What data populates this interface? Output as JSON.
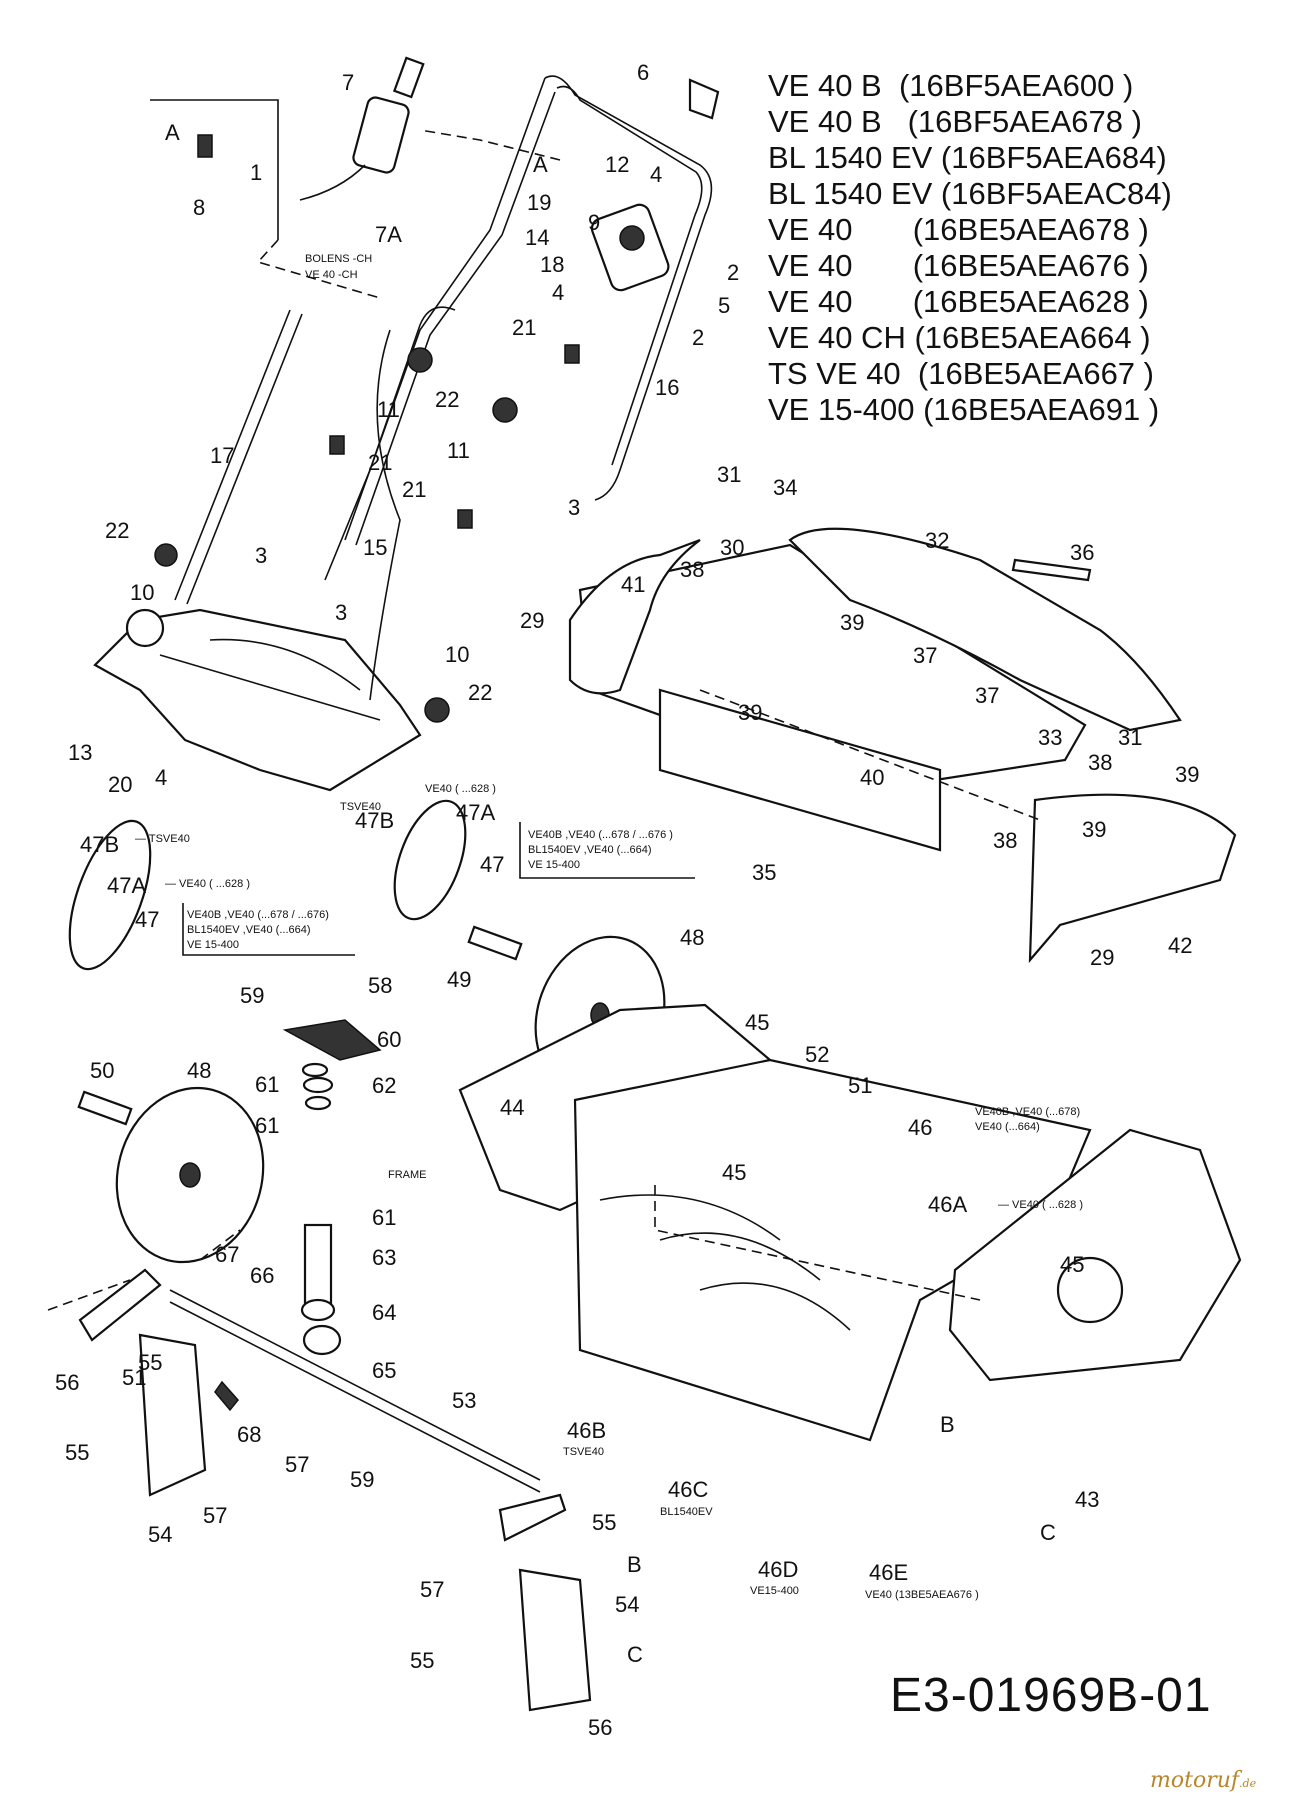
{
  "models": [
    "VE 40 B  (16BF5AEA600 )",
    "VE 40 B   (16BF5AEA678 )",
    "BL 1540 EV (16BF5AEA684)",
    "BL 1540 EV (16BF5AEAC84)",
    "VE 40       (16BE5AEA678 )",
    "VE 40       (16BE5AEA676 )",
    "VE 40       (16BE5AEA628 )",
    "VE 40 CH (16BE5AEA664 )",
    "TS VE 40  (16BE5AEA667 )",
    "VE 15-400 (16BE5AEA691 )"
  ],
  "drawing_code": "E3-01969B-01",
  "brand": {
    "name": "motoruf",
    "suffix": ".de"
  },
  "callouts": {
    "c1": "1",
    "c2a": "2",
    "c2b": "2",
    "c3a": "3",
    "c3b": "3",
    "c3c": "3",
    "c4a": "4",
    "c4b": "4",
    "c4c": "4",
    "c5": "5",
    "c6": "6",
    "c7": "7",
    "c7a": "7A",
    "c8": "8",
    "c9": "9",
    "c10a": "10",
    "c10b": "10",
    "c11a": "11",
    "c11b": "11",
    "c12": "12",
    "c13": "13",
    "c14": "14",
    "c15": "15",
    "c16": "16",
    "c17": "17",
    "c18": "18",
    "c19": "19",
    "c20": "20",
    "c21a": "21",
    "c21b": "21",
    "c21c": "21",
    "c22a": "22",
    "c22b": "22",
    "c22c": "22",
    "cA1": "A",
    "cA2": "A",
    "c29a": "29",
    "c29b": "29",
    "c30": "30",
    "c31a": "31",
    "c31b": "31",
    "c32": "32",
    "c33": "33",
    "c34": "34",
    "c35": "35",
    "c36": "36",
    "c37a": "37",
    "c37b": "37",
    "c38a": "38",
    "c38b": "38",
    "c38c": "38",
    "c39a": "39",
    "c39b": "39",
    "c39c": "39",
    "c39d": "39",
    "c40": "40",
    "c41": "41",
    "c42": "42",
    "c43": "43",
    "c44": "44",
    "c45a": "45",
    "c45b": "45",
    "c45c": "45",
    "c46": "46",
    "c46a": "46A",
    "c46b": "46B",
    "c46c": "46C",
    "c46d": "46D",
    "c46e": "46E",
    "c47a": "47",
    "c47b": "47",
    "c47Aa": "47A",
    "c47Ab": "47A",
    "c47Ba": "47B",
    "c47Bb": "47B",
    "c48a": "48",
    "c48b": "48",
    "c49": "49",
    "c50": "50",
    "c51a": "51",
    "c51b": "51",
    "c52": "52",
    "c53": "53",
    "c54a": "54",
    "c54b": "54",
    "c55a": "55",
    "c55b": "55",
    "c55c": "55",
    "c55d": "55",
    "c56a": "56",
    "c56b": "56",
    "c57a": "57",
    "c57b": "57",
    "c57c": "57",
    "c58": "58",
    "c59a": "59",
    "c59b": "59",
    "c60": "60",
    "c61a": "61",
    "c61b": "61",
    "c61c": "61",
    "c62": "62",
    "c63": "63",
    "c64": "64",
    "c65": "65",
    "c66": "66",
    "c67": "67",
    "c68": "68",
    "cB1": "B",
    "cB2": "B",
    "cC1": "C",
    "cC2": "C"
  },
  "notes": {
    "bolens_ch": "BOLENS -CH",
    "ve40_ch": "VE 40 -CH",
    "tsve40_a": "TSVE40",
    "tsve40_b": "— TSVE40",
    "ve40_628_a": "VE40 ( ...628 )",
    "ve40_628_b": "— VE40 ( ...628 )",
    "ve40_628_c": "— VE40 ( ...628 )",
    "box1_l1": "VE40B ,VE40 (...678 / ...676 )",
    "box1_l2": "BL1540EV ,VE40 (...664)",
    "box1_l3": "VE 15-400",
    "box2_l1": "VE40B ,VE40 (...678 / ...676)",
    "box2_l2": "BL1540EV ,VE40 (...664)",
    "box2_l3": "VE 15-400",
    "n46_l1": "VE40B ,VE40 (...678)",
    "n46_l2": "VE40 (...664)",
    "frame": "FRAME",
    "n46b": "TSVE40",
    "n46c": "BL1540EV",
    "n46d": "VE15-400",
    "n46e": "VE40 (13BE5AEA676 )"
  }
}
